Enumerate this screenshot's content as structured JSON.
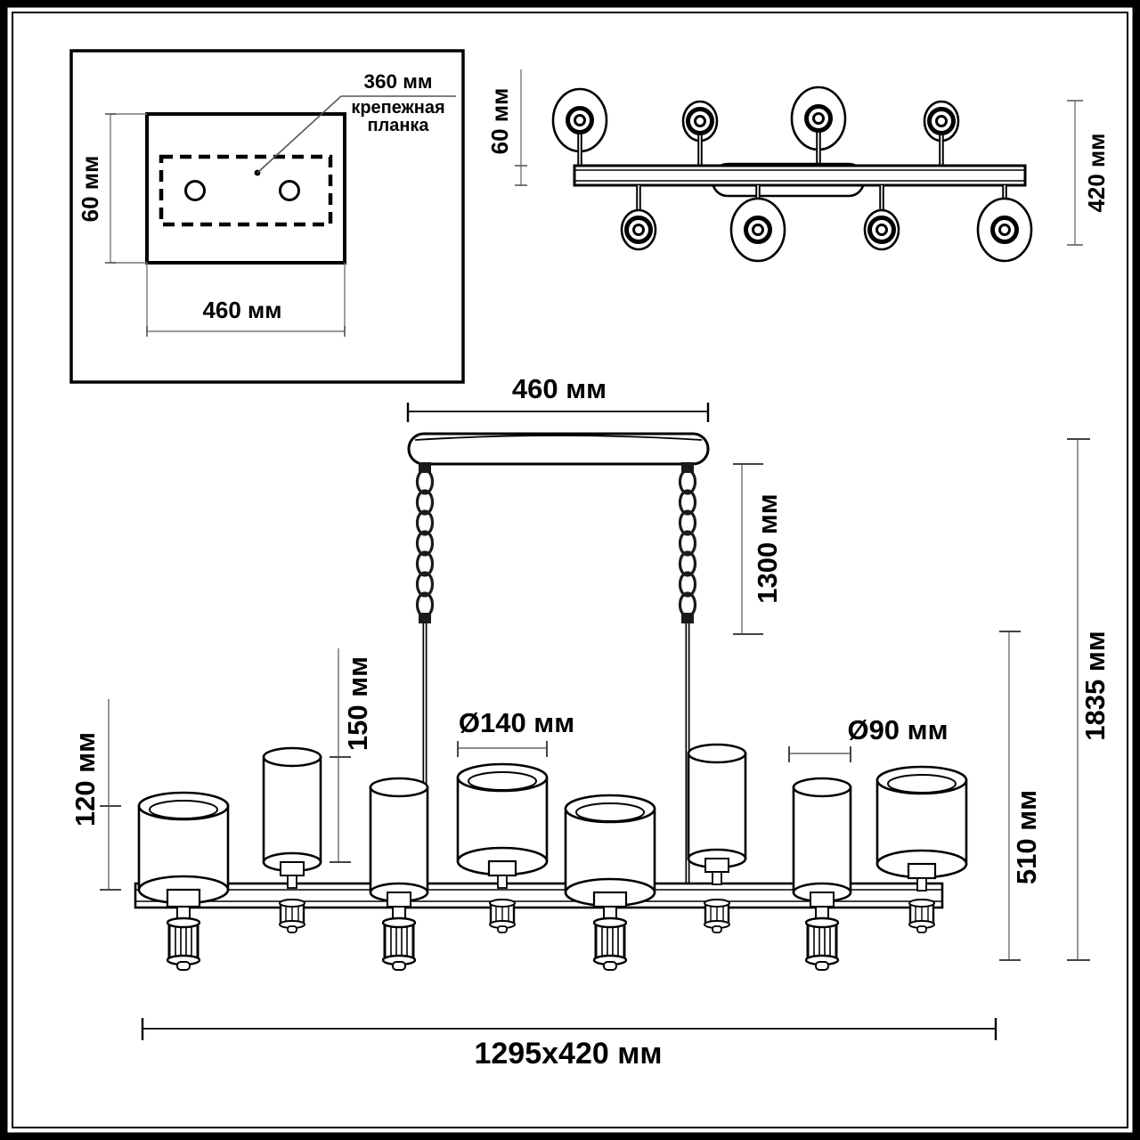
{
  "drawing": {
    "title": "Chandelier technical dimension drawing",
    "units": "мм",
    "line_color": "#000000",
    "background_color": "#ffffff",
    "dim_color": "#808080"
  },
  "mount_detail": {
    "name": "mounting-plate-detail",
    "width_label": "460 мм",
    "height_label": "60 мм",
    "bracket_width_label": "360 мм",
    "bracket_name_line1": "крепежная",
    "bracket_name_line2": "планка",
    "hole_count": 2
  },
  "top_view": {
    "name": "top-view",
    "bar_thickness_label": "60 мм",
    "depth_label": "420 мм",
    "lamps_upper": 4,
    "lamps_lower": 4
  },
  "front_view": {
    "name": "front-elevation",
    "canopy_width_label": "460 мм",
    "chain_length_label": "1300 мм",
    "small_shade_height_label": "150 мм",
    "large_shade_height_label": "120 мм",
    "large_shade_diameter_label": "Ø140 мм",
    "small_shade_diameter_label": "Ø90 мм",
    "fixture_height_label": "510 мм",
    "total_height_label": "1835 мм",
    "overall_label": "1295x420 мм",
    "shade_count": 8,
    "shade_sequence": [
      "large",
      "small",
      "small",
      "large",
      "large",
      "small",
      "small",
      "large"
    ]
  }
}
